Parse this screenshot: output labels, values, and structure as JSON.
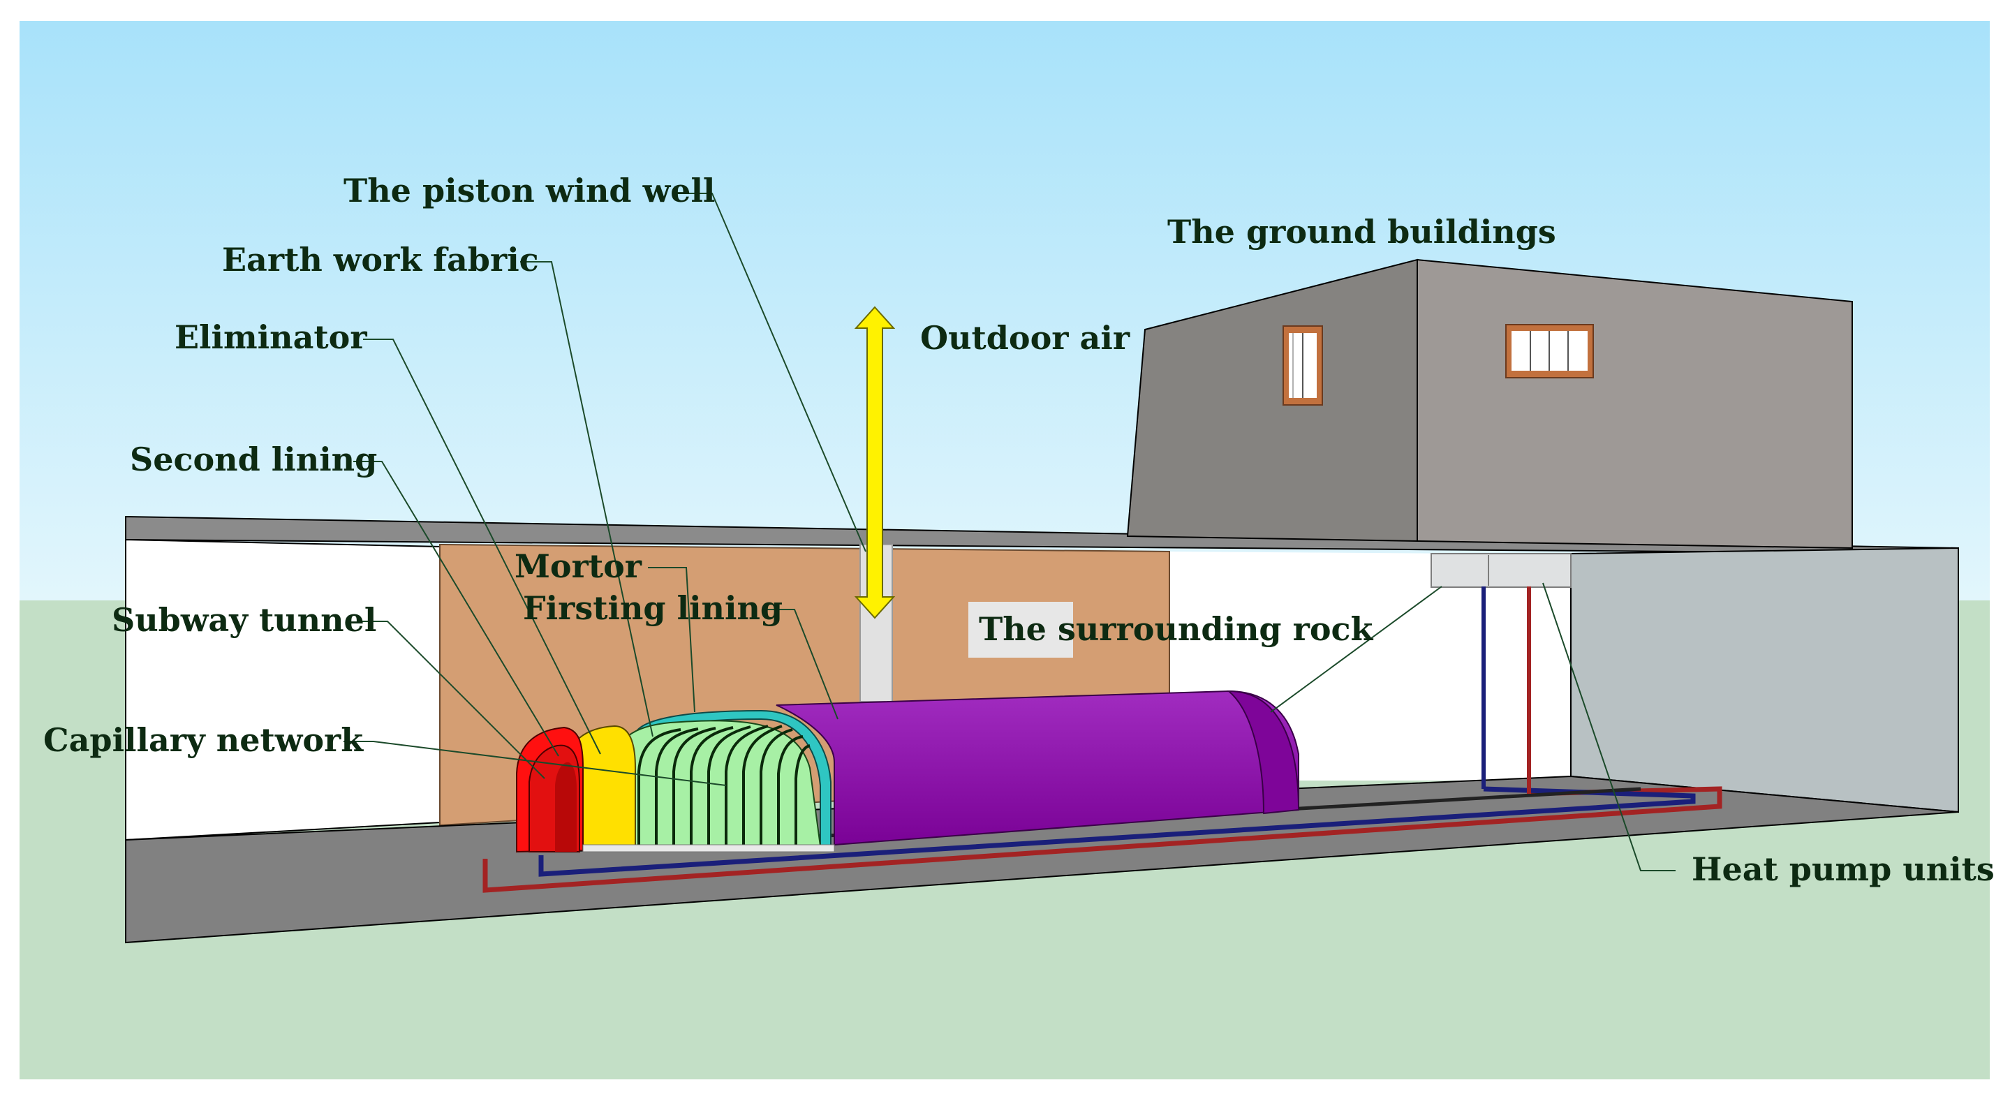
{
  "labels": {
    "piston_wind_well": "The piston wind well",
    "earth_work_fabric": "Earth work fabric",
    "eliminator": "Eliminator",
    "second_lining": "Second lining",
    "mortor": "Mortor",
    "firsting_lining": "Firsting lining",
    "subway_tunnel": "Subway tunnel",
    "capillary_network": "Capillary network",
    "outdoor_air": "Outdoor air",
    "ground_buildings": "The ground buildings",
    "surrounding_rock": "The surrounding rock",
    "heat_pump_units": "Heat pump units"
  },
  "colors": {
    "sky_top": "#a8e2fa",
    "sky_bottom": "#e2f6fc",
    "ground": "#c3dfc6",
    "rock": "#d49e73",
    "building": "#8c8985",
    "tunnel_purple": "#8a06a8",
    "tunnel_green": "#a7f0a5",
    "tunnel_yellow": "#ffe000",
    "tunnel_red": "#ff1010",
    "arrow_yellow": "#fff200",
    "supply_pipe": "#1a1f7a",
    "return_pipe": "#a32323",
    "leader_line": "#1b4a2a"
  }
}
